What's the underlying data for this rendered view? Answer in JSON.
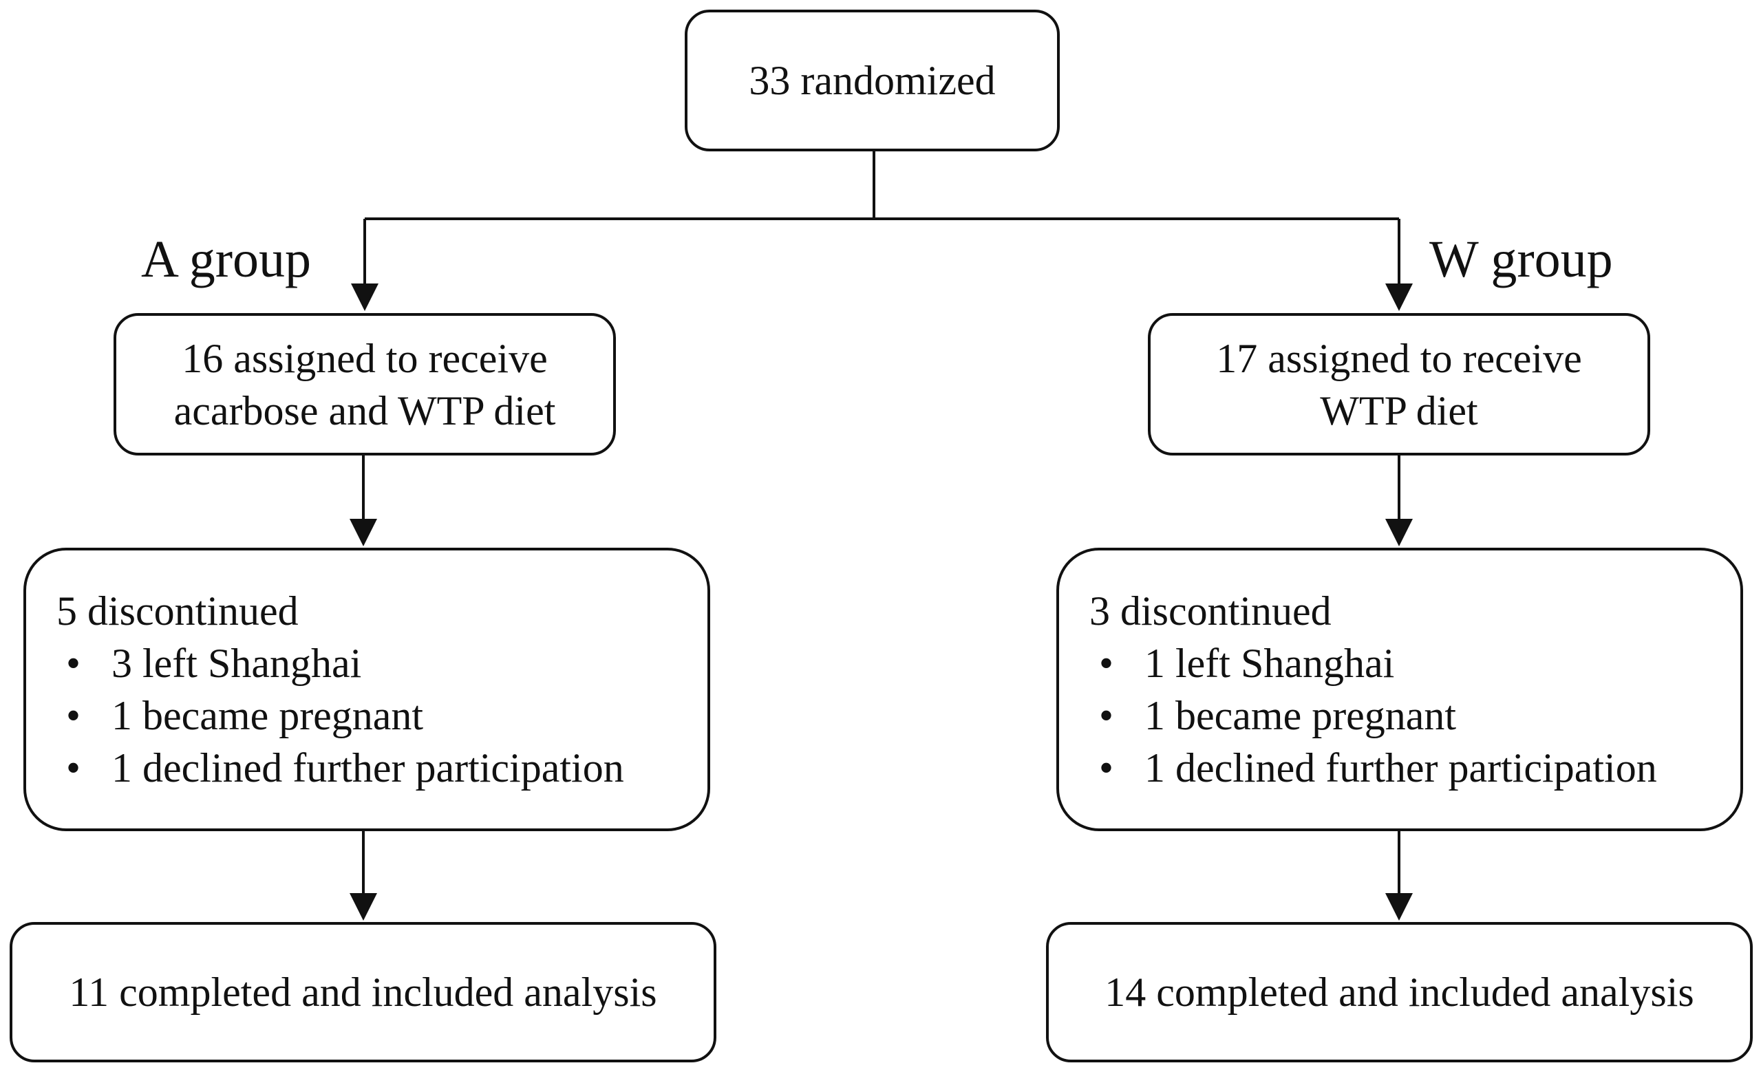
{
  "top": {
    "text": "33 randomized"
  },
  "groups": [
    {
      "label": "A group",
      "assigned": {
        "line1": "16 assigned to receive",
        "line2": "acarbose and WTP diet"
      },
      "discontinued": {
        "heading": "5 discontinued",
        "bullet": "•",
        "items": [
          "3 left Shanghai",
          "1 became pregnant",
          "1 declined further participation"
        ]
      },
      "completed": {
        "text": "11 completed and included analysis"
      }
    },
    {
      "label": "W group",
      "assigned": {
        "line1": "17 assigned to receive",
        "line2": "WTP diet"
      },
      "discontinued": {
        "heading": "3 discontinued",
        "bullet": "•",
        "items": [
          "1 left Shanghai",
          "1 became pregnant",
          "1 declined further participation"
        ]
      },
      "completed": {
        "text": "14 completed and included analysis"
      }
    }
  ]
}
